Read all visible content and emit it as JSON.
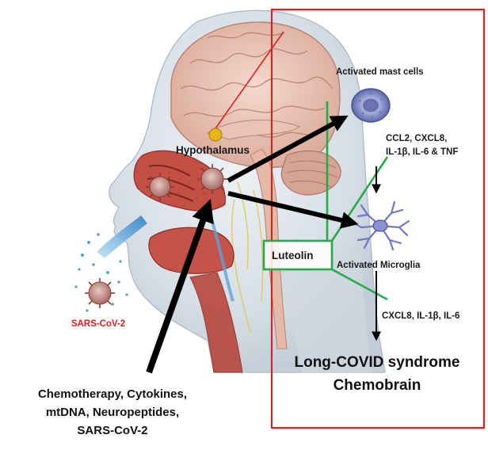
{
  "labels": {
    "hypothalamus": "Hypothalamus",
    "mast_cells": "Activated mast cells",
    "mast_mediators_line1": "CCL2, CXCL8,",
    "mast_mediators_line2": "IL-1β, IL-6 & TNF",
    "luteolin": "Luteolin",
    "microglia": "Activated Microglia",
    "microglia_mediators": "CXCL8, IL-1β, IL-6",
    "outcome_line1": "Long-COVID syndrome",
    "outcome_line2": "Chemobrain",
    "virus": "SARS-CoV-2",
    "triggers_line1": "Chemotherapy, Cytokines,",
    "triggers_line2": "mtDNA, Neuropeptides,",
    "triggers_line3": "SARS-CoV-2"
  },
  "colors": {
    "frame": "#e02020",
    "inhibition": "#2aa84a",
    "arrow": "#000000",
    "virus_label": "#e02020",
    "hypothalamus_dot": "#e8b21a",
    "mast_cell": "#8e97c8",
    "microglia": "#6f78c4"
  }
}
